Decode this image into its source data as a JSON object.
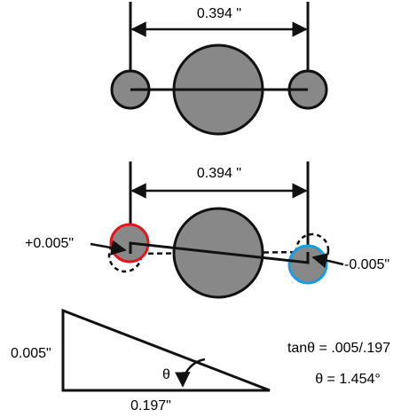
{
  "top": {
    "dimension": "0.394 \""
  },
  "middle": {
    "dimension": "0.394 \"",
    "left_offset": "+0.005\"",
    "right_offset": "-0.005\""
  },
  "triangle": {
    "height_label": "0.005\"",
    "base_label": "0.197\"",
    "angle_symbol": "θ"
  },
  "equations": {
    "tan": "tanθ = .005/.197",
    "theta": "θ = 1.454°"
  },
  "colors": {
    "disc_fill": "#888888",
    "stroke": "#111111",
    "left_highlight": "#e8141b",
    "right_highlight": "#1a9be6"
  }
}
